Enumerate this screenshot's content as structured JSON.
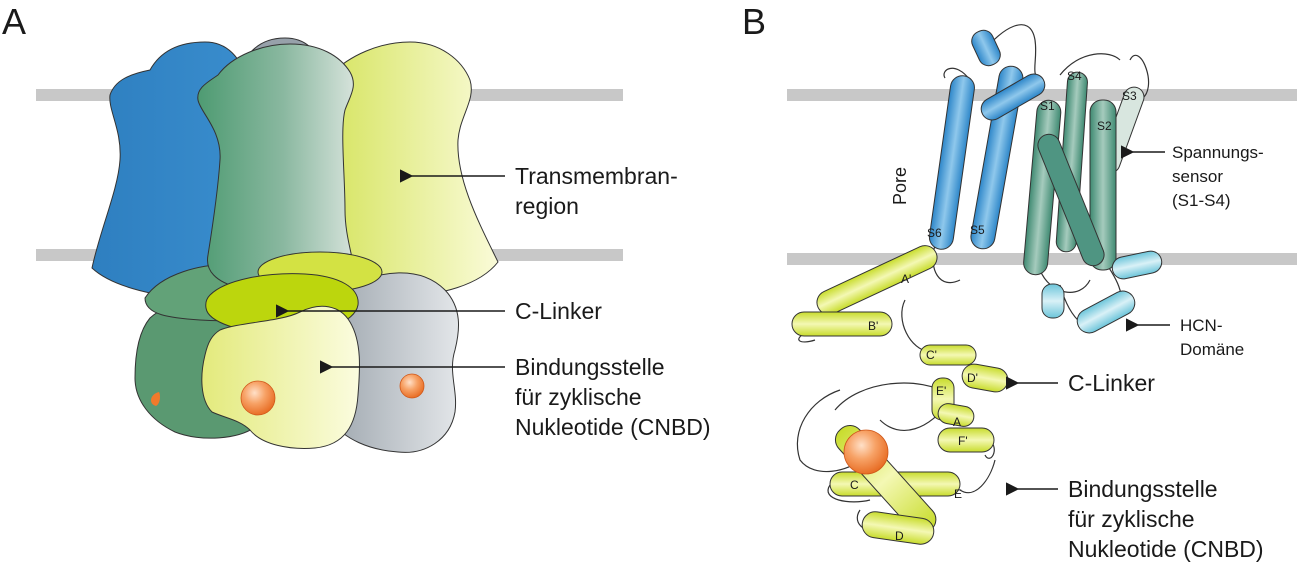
{
  "panels": {
    "a": {
      "letter": "A",
      "label_transmembrane_1": "Transmembran-",
      "label_transmembrane_2": "region",
      "label_clinker": "C-Linker",
      "label_binding_1": "Bindungsstelle",
      "label_binding_2": "für zyklische",
      "label_binding_3": "Nukleotide (CNBD)"
    },
    "b": {
      "letter": "B",
      "label_pore": "Pore",
      "label_sensor_1": "Spannungs-",
      "label_sensor_2": "sensor",
      "label_sensor_3": "(S1-S4)",
      "label_hcn_1": "HCN-",
      "label_hcn_2": "Domäne",
      "label_clinker": "C-Linker",
      "label_binding_1": "Bindungsstelle",
      "label_binding_2": "für zyklische",
      "label_binding_3": "Nukleotide (CNBD)",
      "helices": {
        "s1": "S1",
        "s2": "S2",
        "s3": "S3",
        "s4": "S4",
        "s5": "S5",
        "s6": "S6",
        "a_prime": "A'",
        "b_prime": "B'",
        "c_prime": "C'",
        "d_prime": "D'",
        "e_prime": "E'",
        "f_prime": "F'",
        "a": "A",
        "c": "C",
        "d": "D",
        "e": "E"
      }
    }
  },
  "colors": {
    "membrane": "#c8c8c8",
    "blue": "#2f86c7",
    "teal": "#5d9a86",
    "yellow": "#dfe97a",
    "lime": "#b8d40c",
    "grey": "#a9b2b9",
    "orange": "#f07a2a",
    "cyan": "#8fd3e3"
  }
}
